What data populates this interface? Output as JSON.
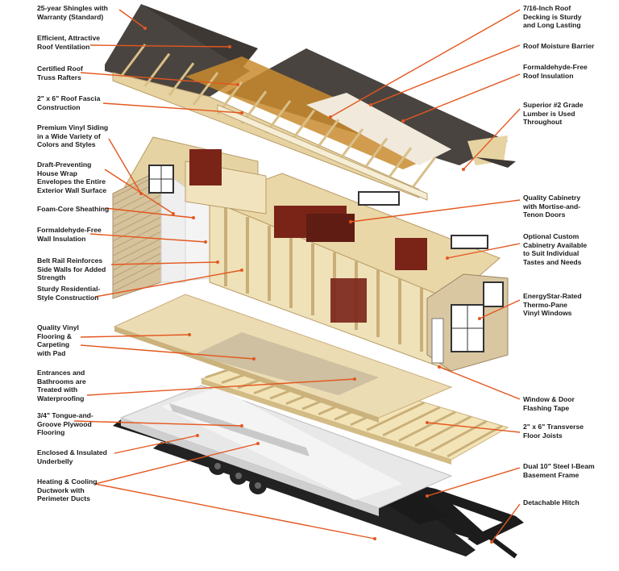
{
  "colors": {
    "leader": "#e4571e",
    "roof": "#4a4440",
    "wood": "#e9d6a6",
    "siding": "#d8c6a0",
    "frame": "#1c1c1c",
    "cabinet": "#7a2418"
  },
  "left_labels": [
    "25-year Shingles with\nWarranty (Standard)",
    "Efficient, Attractive\nRoof Ventilation",
    "Certified Roof\nTruss Rafters",
    "2\" x 6\" Roof Fascia\nConstruction",
    "Premium Vinyl Siding\nin a Wide Variety of\nColors and Styles",
    "Draft-Preventing\nHouse Wrap\nEnvelopes the Entire\nExterior Wall Surface",
    "Foam-Core Sheathing",
    "Formaldehyde-Free\nWall Insulation",
    "Belt Rail Reinforces\nSide Walls for Added\nStrength",
    "Sturdy Residential-\nStyle Construction",
    "Quality Vinyl\nFlooring &\nCarpeting\nwith Pad",
    "Entrances and\nBathrooms are\nTreated with\nWaterproofing",
    "3/4\" Tongue-and-\nGroove Plywood\nFlooring",
    "Enclosed & Insulated\nUnderbelly",
    "Heating & Cooling\nDuctwork with\nPerimeter Ducts"
  ],
  "right_labels": [
    "7/16-Inch Roof\nDecking is Sturdy\nand Long Lasting",
    "Roof Moisture Barrier",
    "Formaldehyde-Free\nRoof Insulation",
    "Superior #2 Grade\nLumber is Used\nThroughout",
    "Quality Cabinetry\nwith Mortise-and-\nTenon Doors",
    "Optional Custom\nCabinetry Available\nto Suit Individual\nTastes and Needs",
    "EnergyStar-Rated\nThermo-Pane\nVinyl Windows",
    "Window & Door\nFlashing Tape",
    "2\" x 6\" Transverse\nFloor Joists",
    "Dual 10\" Steel I-Beam\nBasement Frame",
    "Detachable Hitch"
  ]
}
